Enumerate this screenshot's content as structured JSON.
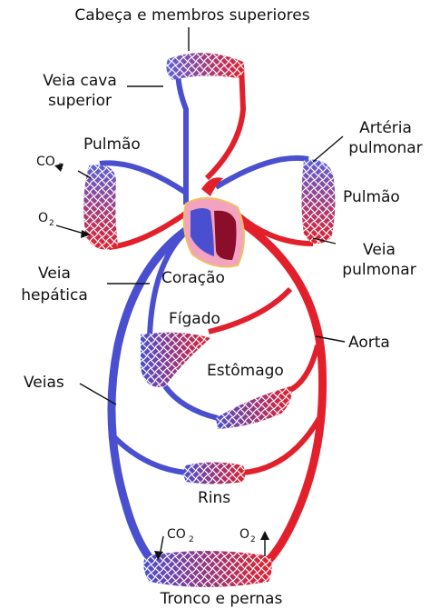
{
  "labels": {
    "head": "Cabeça e membros superiores",
    "svc_line1": "Veia cava",
    "svc_line2": "superior",
    "lung_left": "Pulmão",
    "lung_right": "Pulmão",
    "pa_line1": "Artéria",
    "pa_line2": "pulmonar",
    "pv_line1": "Veia",
    "pv_line2": "pulmonar",
    "hv_line1": "Veia",
    "hv_line2": "hepática",
    "heart": "Coração",
    "liver": "Fígado",
    "aorta": "Aorta",
    "veins": "Veias",
    "stomach": "Estômago",
    "kidneys": "Rins",
    "trunk": "Tronco e pernas"
  },
  "gas": {
    "co2_main": "CO",
    "co2_sub": "2",
    "o2_main": "O",
    "o2_sub": "2"
  },
  "colors": {
    "vein": "#4a4fd0",
    "artery": "#e2202c",
    "heart_outer": "#f2a3c0",
    "heart_left": "#8a0e2a",
    "heart_right": "#4a4fd0"
  }
}
